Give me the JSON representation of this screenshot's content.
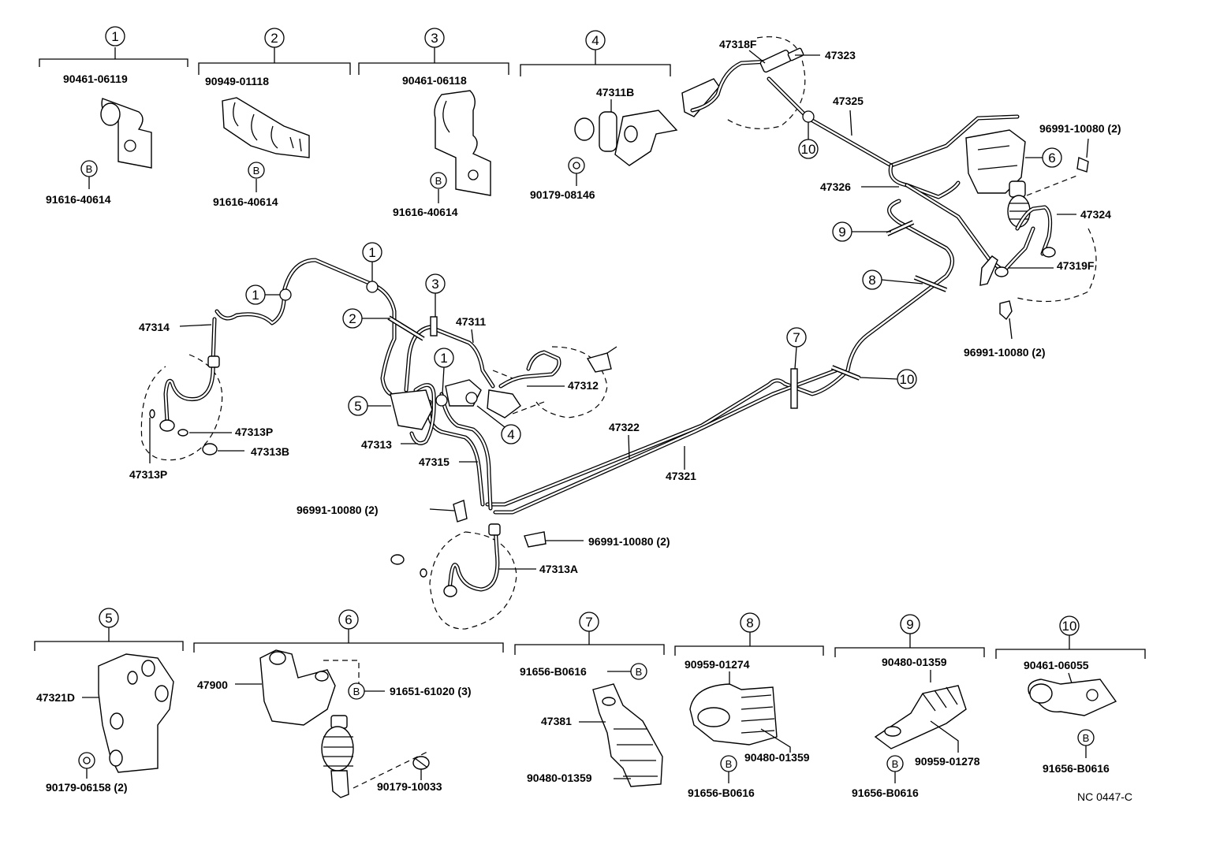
{
  "diagram_code": "NC 0447-C",
  "circled_numbers": [
    "1",
    "2",
    "3",
    "4",
    "5",
    "6",
    "7",
    "8",
    "9",
    "10"
  ],
  "bolt_marker": "B",
  "detail_boxes": {
    "d1": {
      "ref": "1",
      "parts": [
        "90461-06119",
        "91616-40614"
      ]
    },
    "d2": {
      "ref": "2",
      "parts": [
        "90949-01118",
        "91616-40614"
      ]
    },
    "d3": {
      "ref": "3",
      "parts": [
        "90461-06118",
        "91616-40614"
      ]
    },
    "d4": {
      "ref": "4",
      "parts": [
        "47311B",
        "90179-08146"
      ]
    },
    "d5": {
      "ref": "5",
      "parts": [
        "47321D",
        "90179-06158 (2)"
      ]
    },
    "d6": {
      "ref": "6",
      "parts": [
        "47900",
        "91651-61020 (3)",
        "90179-10033"
      ]
    },
    "d7": {
      "ref": "7",
      "parts": [
        "91656-B0616",
        "47381",
        "90480-01359"
      ]
    },
    "d8": {
      "ref": "8",
      "parts": [
        "90959-01274",
        "90480-01359",
        "91656-B0616"
      ]
    },
    "d9": {
      "ref": "9",
      "parts": [
        "90480-01359",
        "90959-01278",
        "91656-B0616"
      ]
    },
    "d10": {
      "ref": "10",
      "parts": [
        "90461-06055",
        "91656-B0616"
      ]
    }
  },
  "main_labels": {
    "p47318F": "47318F",
    "p47323": "47323",
    "p47325": "47325",
    "p96991_tr": "96991-10080 (2)",
    "p47326": "47326",
    "p47324": "47324",
    "p47319F": "47319F",
    "p96991_r": "96991-10080 (2)",
    "p47314": "47314",
    "p47311": "47311",
    "p47312": "47312",
    "p47313P_a": "47313P",
    "p47313B": "47313B",
    "p47313P_b": "47313P",
    "p47313": "47313",
    "p47315": "47315",
    "p47322": "47322",
    "p47321": "47321",
    "p96991_l": "96991-10080 (2)",
    "p96991_c": "96991-10080 (2)",
    "p47313A": "47313A"
  }
}
